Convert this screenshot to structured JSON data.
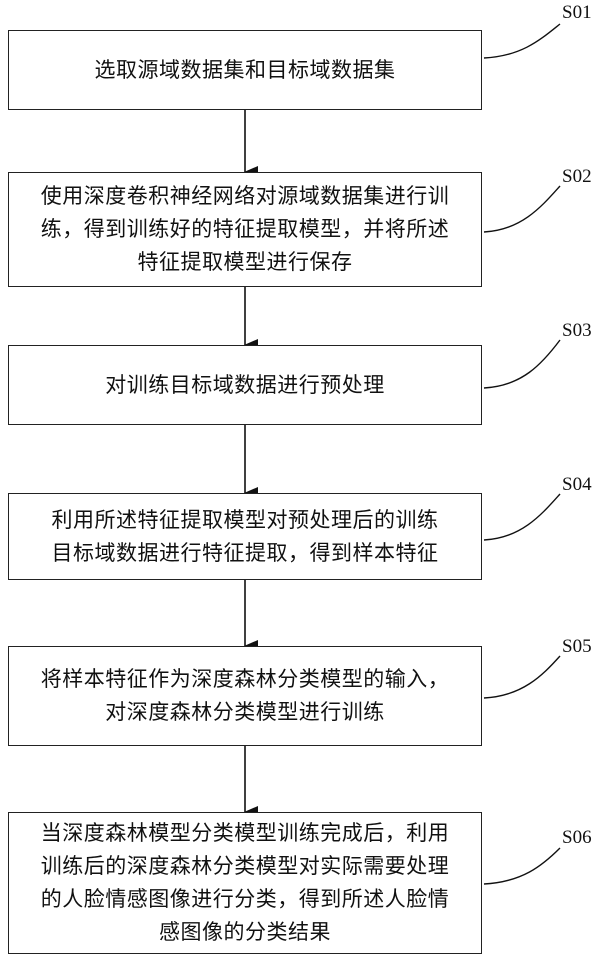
{
  "steps": [
    {
      "id": "S01",
      "text": "选取源域数据集和目标域数据集"
    },
    {
      "id": "S02",
      "text": "使用深度卷积神经网络对源域数据集进行训\n练，得到训练好的特征提取模型，并将所述\n特征提取模型进行保存"
    },
    {
      "id": "S03",
      "text": "对训练目标域数据进行预处理"
    },
    {
      "id": "S04",
      "text": "利用所述特征提取模型对预处理后的训练\n目标域数据进行特征提取，得到样本特征"
    },
    {
      "id": "S05",
      "text": "将样本特征作为深度森林分类模型的输入，\n对深度森林分类模型进行训练"
    },
    {
      "id": "S06",
      "text": "当深度森林模型分类模型训练完成后，利用\n训练后的深度森林分类模型对实际需要处理\n的人脸情感图像进行分类，得到所述人脸情\n感图像的分类结果"
    }
  ]
}
